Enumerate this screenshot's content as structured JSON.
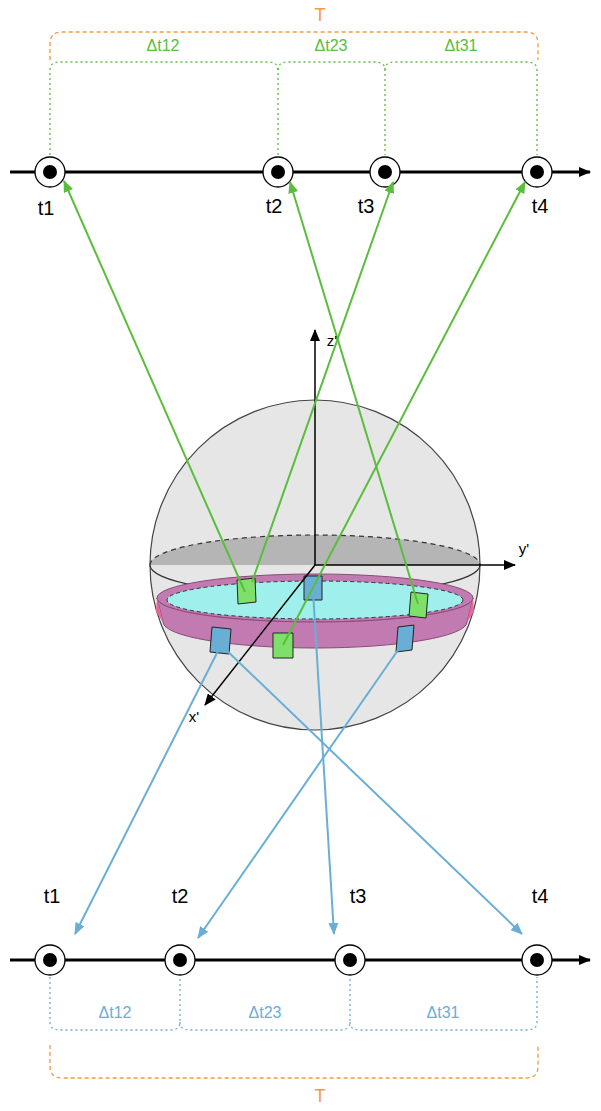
{
  "diagram": {
    "labels": [
      "T",
      "Δt12",
      "Δt23",
      "Δt31",
      "t1",
      "t2",
      "t3",
      "t4",
      "z'",
      "y'",
      "x'",
      "t1",
      "t2",
      "t3",
      "t4",
      "Δt12",
      "Δt23",
      "Δt31",
      "T"
    ]
  }
}
